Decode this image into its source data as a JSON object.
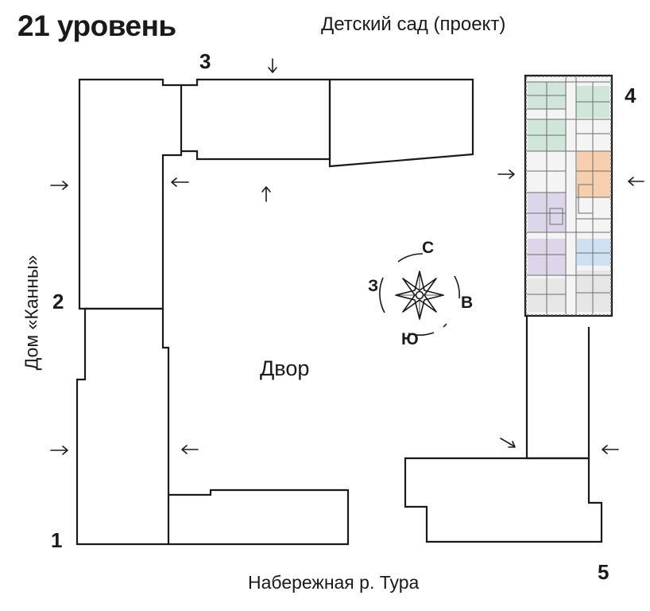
{
  "title": "21 уровень",
  "top_label": "Детский сад (проект)",
  "bottom_label": "Набережная р. Тура",
  "side_label": "Дом «Канны»",
  "yard_label": "Двор",
  "sections": [
    "1",
    "2",
    "3",
    "4",
    "5"
  ],
  "compass": {
    "north": "С",
    "west": "З",
    "east": "В",
    "south": "Ю"
  },
  "colors": {
    "outline": "#1a1a1a",
    "highlight_green": "#cfe6d9",
    "highlight_orange": "#f6cfae",
    "highlight_blue": "#cfe0f2",
    "highlight_purple": "#ddd6ea",
    "highlight_gray": "#e6e6e6"
  },
  "icons": [
    "arrow-right-icon",
    "arrow-left-icon",
    "arrow-down-icon",
    "arrow-up-icon",
    "compass-star-icon"
  ]
}
